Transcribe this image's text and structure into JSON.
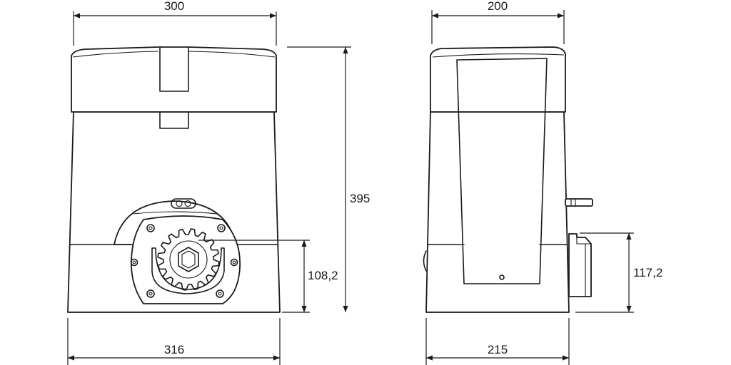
{
  "dimensions": {
    "front_top_width": "300",
    "front_bottom_width": "316",
    "front_pinion_height": "108,2",
    "overall_height": "395",
    "side_top_width": "200",
    "side_bottom_width": "215",
    "side_plate_height": "117,2"
  }
}
